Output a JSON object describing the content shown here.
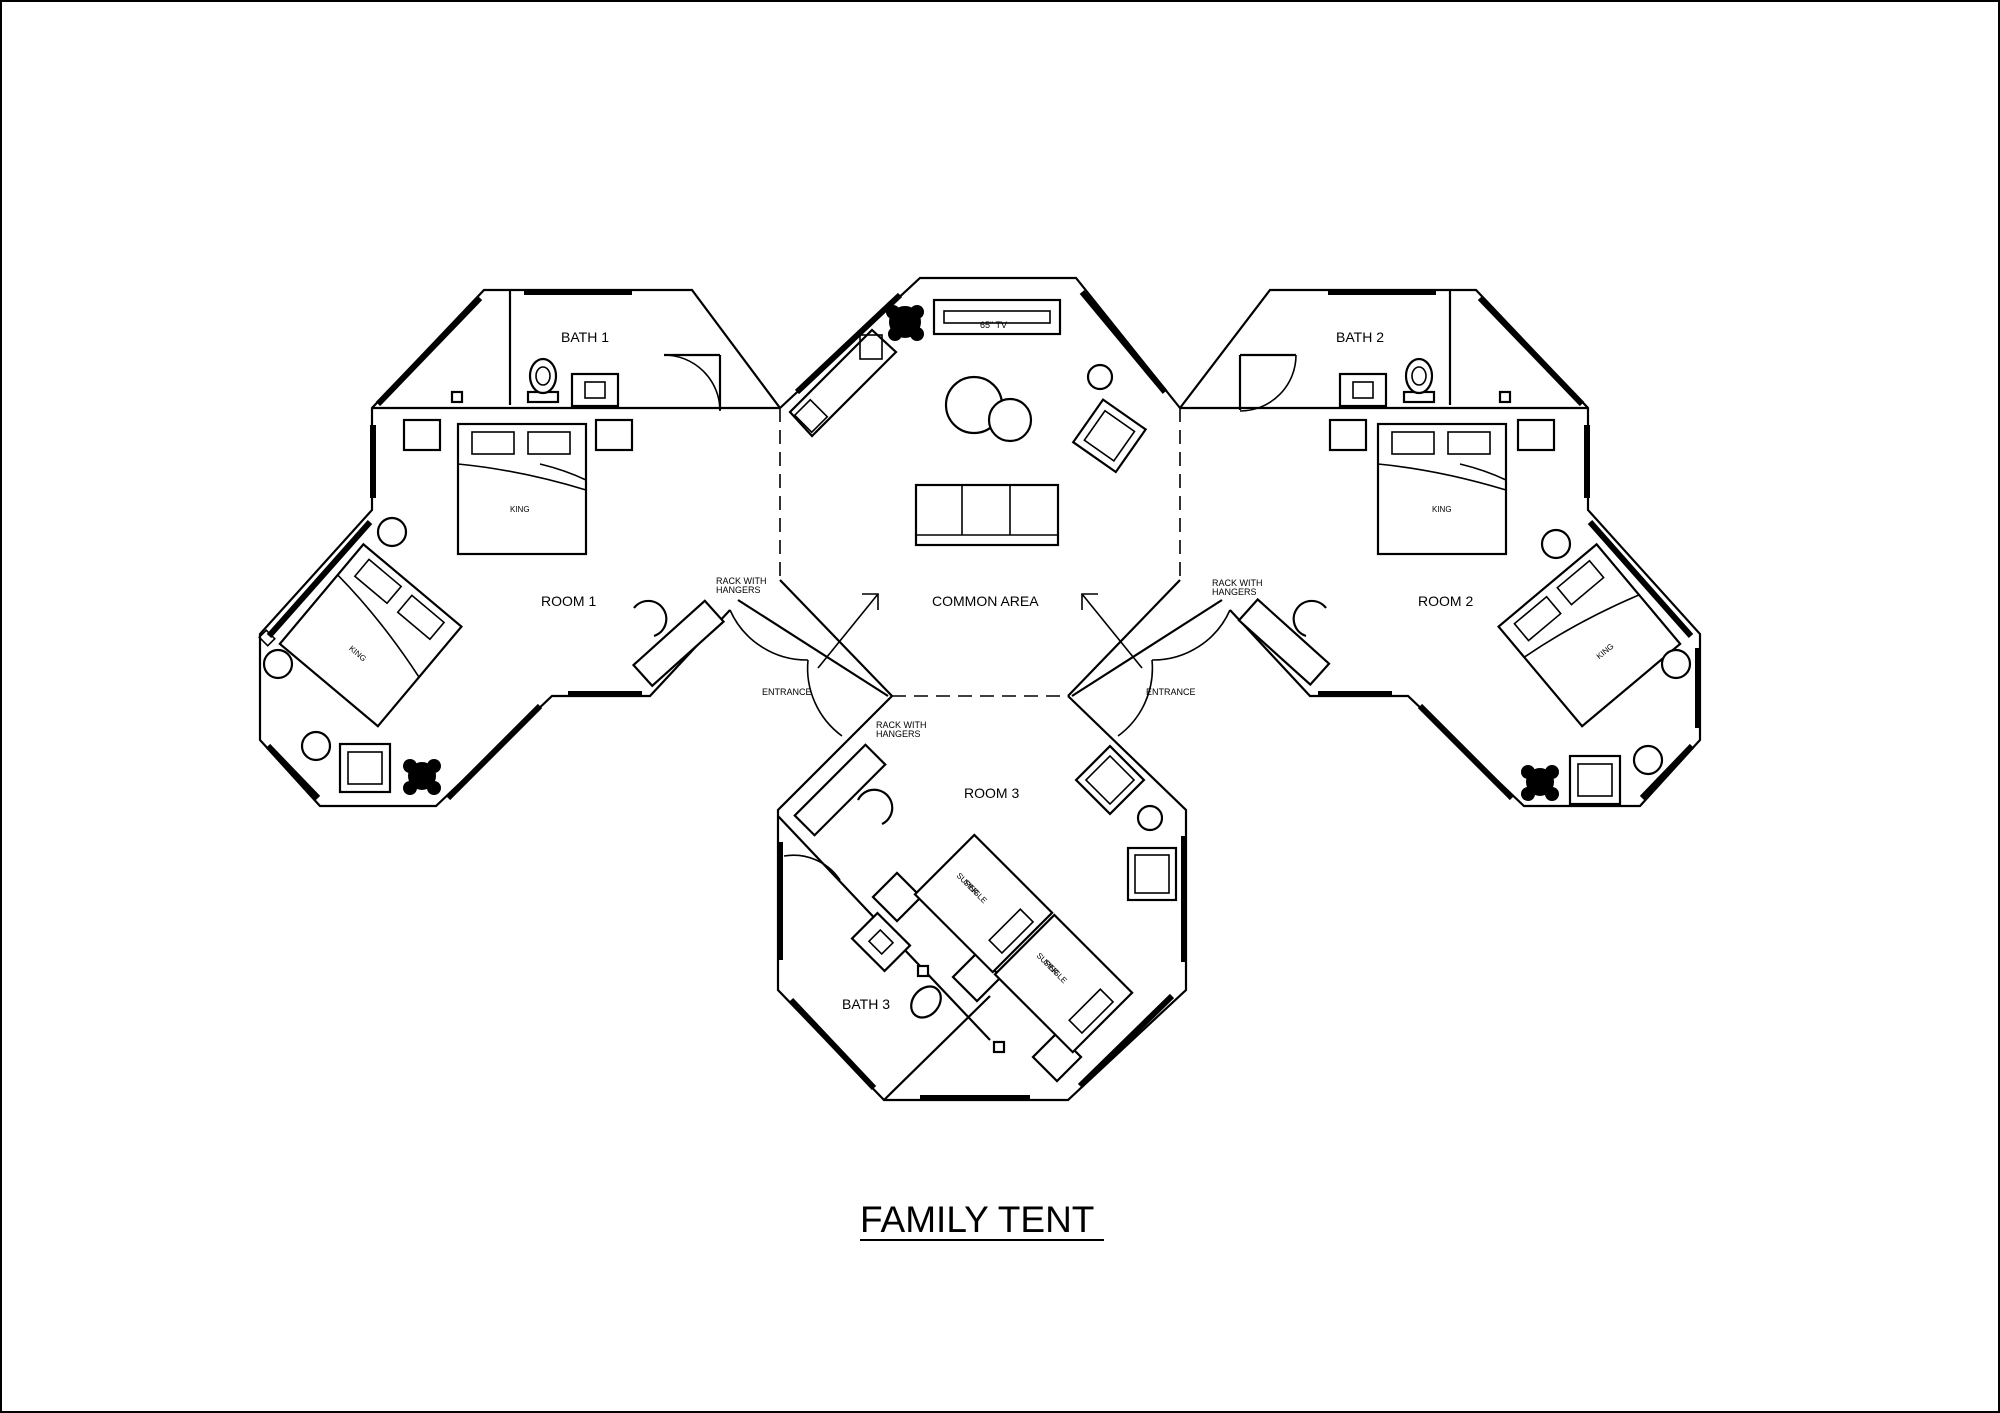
{
  "plan": {
    "title": "FAMILY TENT",
    "rooms": {
      "room1": "ROOM 1",
      "room2": "ROOM 2",
      "room3": "ROOM 3",
      "common": "COMMON AREA",
      "bath1": "BATH 1",
      "bath2": "BATH 2",
      "bath3": "BATH 3"
    },
    "labels": {
      "entrance": "ENTRANCE",
      "rack_line1": "RACK WITH",
      "rack_line2": "HANGERS",
      "king": "KING",
      "single_line1": "SUPER",
      "single_line2": "SINGLE",
      "tv": "65\" TV"
    }
  }
}
